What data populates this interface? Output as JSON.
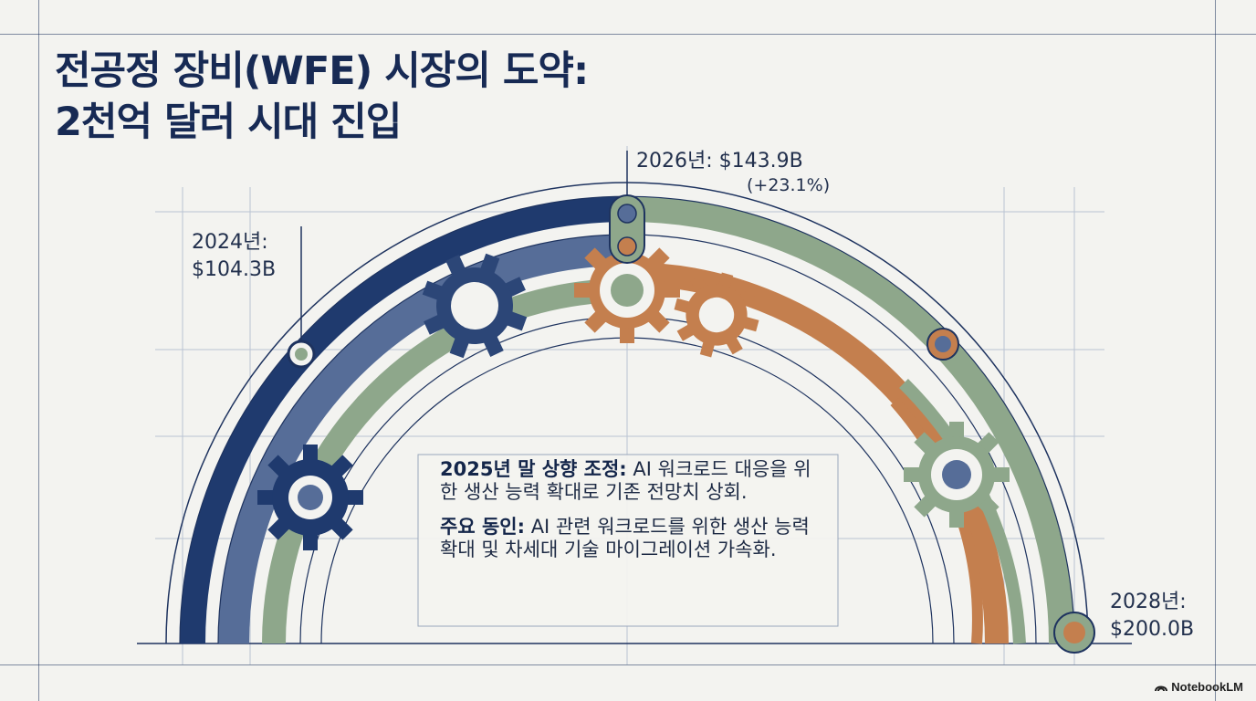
{
  "title": {
    "line1": "전공정 장비(WFE) 시장의 도약:",
    "line2": "2천억 달러 시대 진입"
  },
  "milestones": {
    "y2024": {
      "label": "2024년:",
      "value": "$104.3B"
    },
    "y2026": {
      "label": "2026년: $143.9B",
      "growth": "(+23.1%)"
    },
    "y2028": {
      "label": "2028년:",
      "value": "$200.0B"
    }
  },
  "notes": {
    "adjust_title": "2025년 말 상향 조정:",
    "adjust_text": "AI 워크로드 대응을 위한 생산 능력 확대로 기존 전망치 상회.",
    "driver_title": "주요 동인:",
    "driver_text": "AI 관련 워크로드를 위한 생산 능력 확대 및 차세대 기술 마이그레이션 가속화."
  },
  "branding": {
    "logo_text": "NotebookLM",
    "logo_icon": "notebooklm-icon"
  },
  "colors": {
    "navy": "#1f3a6e",
    "slate": "#566d98",
    "sage": "#8ea78b",
    "copper": "#c47f4e",
    "background": "#f3f3f0"
  }
}
